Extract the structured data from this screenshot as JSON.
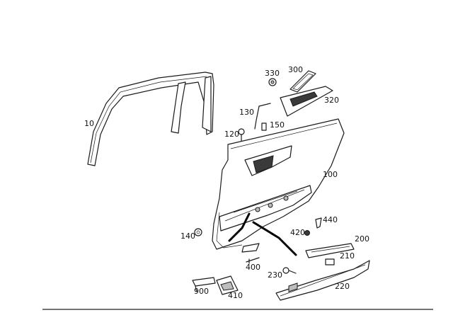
{
  "callouts": {
    "c10": "10",
    "c100": "100",
    "c120": "120",
    "c130": "130",
    "c140": "140",
    "c150": "150",
    "c200": "200",
    "c210": "210",
    "c220": "220",
    "c230": "230",
    "c300": "300",
    "c320": "320",
    "c330": "330",
    "c400": "400",
    "c410": "410",
    "c420": "420",
    "c440": "440",
    "c900": "900"
  }
}
